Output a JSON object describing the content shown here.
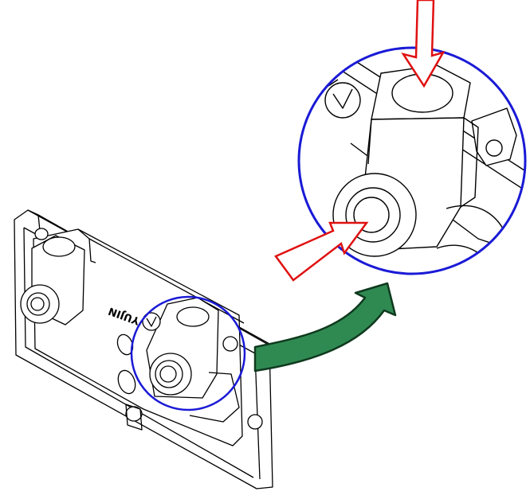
{
  "brand_text": "YUJIN",
  "colors": {
    "line": "#000000",
    "zoom_circle": "#1a1ad6",
    "push_arrow": "#e01010",
    "transition_arrow_fill": "#2f8a52",
    "transition_arrow_stroke": "#0f3a1e"
  },
  "icons": {
    "zoom_circle": "circle-outline",
    "push_arrow": "hollow-arrow",
    "transition_arrow": "curved-arrow"
  }
}
